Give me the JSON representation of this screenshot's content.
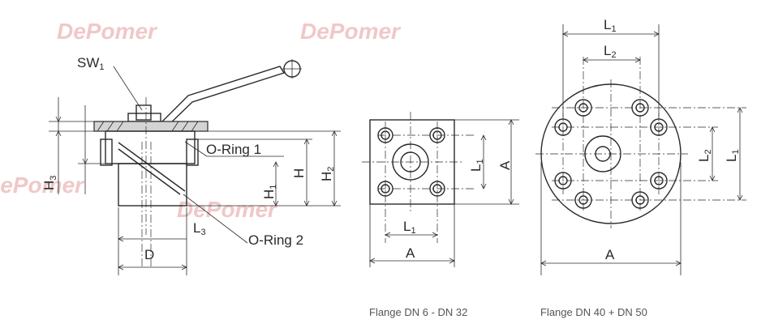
{
  "watermark": "DePomer",
  "labels": {
    "sw1": "SW",
    "sw1_sub": "1",
    "oring1": "O-Ring 1",
    "oring2": "O-Ring 2",
    "h3": "H",
    "h3_sub": "3",
    "h": "H",
    "h1": "H",
    "h1_sub": "1",
    "h2": "H",
    "h2_sub": "2",
    "l3": "L",
    "l3_sub": "3",
    "d": "D",
    "l1": "L",
    "l1_sub": "1",
    "l2": "L",
    "l2_sub": "2",
    "a": "A"
  },
  "captions": {
    "flange_small": "Flange DN 6 - DN 32",
    "flange_large": "Flange DN 40 + DN 50"
  }
}
